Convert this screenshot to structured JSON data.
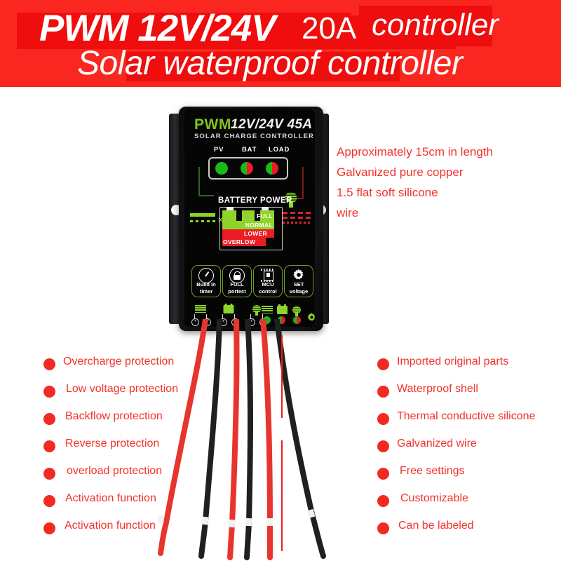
{
  "banner": {
    "title_main": "PWM 12V/24V",
    "title_amp": "20A",
    "title_tail": "controller",
    "subtitle": "Solar waterproof controller",
    "bg_color": "#fa2620",
    "block_color": "#ef0d0d",
    "text_color": "#ffffff"
  },
  "device": {
    "brand": "PWM",
    "spec": "12V/24V 45A",
    "subtitle": "SOLAR CHARGE CONTROLLER",
    "led_labels": [
      "PV",
      "BAT",
      "LOAD"
    ],
    "battery_power_label": "BATTERY POWER",
    "gauge_levels": [
      "FULL",
      "NORMAL",
      "LOWER",
      "OVERLOW"
    ],
    "features": [
      {
        "icon": "clock-icon",
        "line1": "Build in",
        "line2": "timer"
      },
      {
        "icon": "lock-icon",
        "line1": "FULL",
        "line2": "portect"
      },
      {
        "icon": "chip-icon",
        "line1": "MCU",
        "line2": "control"
      },
      {
        "icon": "gear-icon",
        "line1": "SET",
        "line2": "voltage"
      }
    ],
    "terminals": [
      {
        "icon": "solar-panel-icon",
        "plus": "⊕",
        "minus": "⊖"
      },
      {
        "icon": "battery-icon",
        "plus": "⊕",
        "minus": "⊖"
      },
      {
        "icon": "lamp-icon",
        "plus": "⊕",
        "minus": "⊖"
      }
    ],
    "legend": [
      {
        "icon": "solar-panel-icon",
        "led": "green"
      },
      {
        "icon": "battery-icon",
        "led": "green-red"
      },
      {
        "icon": "lamp-icon",
        "led": "green-red"
      }
    ],
    "accent_green": "#8fd42a",
    "accent_red": "#ec1c24"
  },
  "spec_notes": [
    "Approximately 15cm in length",
    "Galvanized pure copper",
    "1.5 flat soft silicone",
    "wire"
  ],
  "features_left": [
    "Overcharge protection",
    "Low voltage protection",
    "Backflow protection",
    "Reverse protection",
    "overload protection",
    "Activation function",
    "Activation function"
  ],
  "features_right": [
    "Imported original parts",
    "Waterproof shell",
    "Thermal conductive silicone",
    "Galvanized wire",
    "Free settings",
    "Customizable",
    "Can be labeled"
  ],
  "wires": [
    {
      "color": "red"
    },
    {
      "color": "black"
    },
    {
      "color": "red"
    },
    {
      "color": "black"
    },
    {
      "color": "red"
    },
    {
      "color": "black"
    }
  ]
}
